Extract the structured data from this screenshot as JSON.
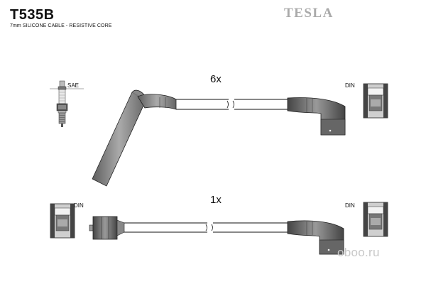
{
  "header": {
    "part_number": "T535B",
    "subtitle": "7mm SILICONE CABLE - RESISTIVE CORE",
    "brand": "TESLA"
  },
  "upper_set": {
    "quantity": "6x",
    "left_end_label": "SAE",
    "right_end_label": "DIN"
  },
  "lower_set": {
    "quantity": "1x",
    "left_end_label": "DIN",
    "right_end_label": "DIN"
  },
  "watermark": "oboo.ru"
}
